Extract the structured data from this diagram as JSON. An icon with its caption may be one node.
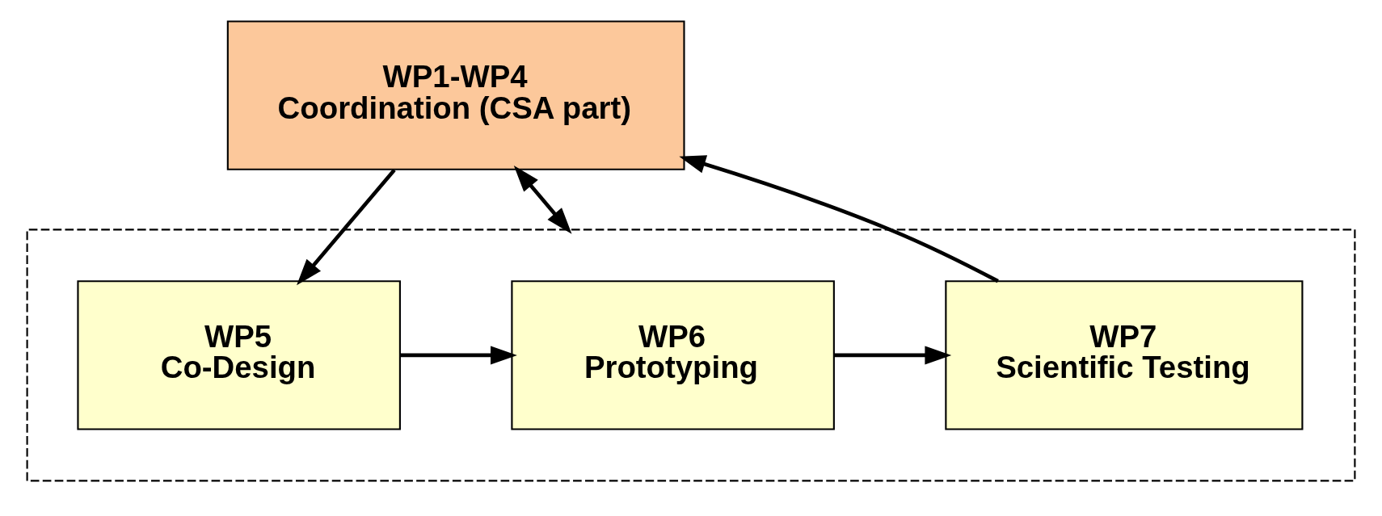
{
  "diagram": {
    "nodes": [
      {
        "text": [
          "WP1-WP4",
          "Coordination (CSA part)"
        ]
      },
      {
        "text": [],
        "shape": "box"
      },
      {
        "text": [
          "WP5",
          "Co-Design"
        ],
        "in": 1
      },
      {
        "text": [
          "WP6",
          "Prototyping"
        ],
        "in": 1
      },
      {
        "text": [
          "WP7",
          "Scientific Testing"
        ],
        "in": 1
      }
    ],
    "edges": [
      {
        "from": 0,
        "to": 2,
        "arrow": "to"
      },
      {
        "from": 0,
        "to": 1,
        "arrow": "both"
      },
      {
        "from": 2,
        "to": 3,
        "arrow": "to"
      },
      {
        "from": 3,
        "to": 4,
        "arrow": "to"
      },
      {
        "from": 4,
        "to": 0,
        "arrow": "to"
      }
    ]
  }
}
